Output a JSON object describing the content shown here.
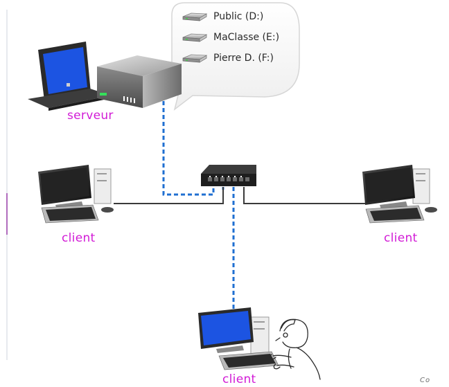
{
  "bubble": {
    "drives": [
      {
        "label": "Public (D:)",
        "icon": "hard-drive-icon"
      },
      {
        "label": "MaClasse (E:)",
        "icon": "hard-drive-icon"
      },
      {
        "label": "Pierre D. (F:)",
        "icon": "hard-drive-icon"
      }
    ]
  },
  "nodes": {
    "server_label": "serveur",
    "client_left_label": "client",
    "client_right_label": "client",
    "client_bottom_label": "client"
  },
  "footer": {
    "text": "Co"
  },
  "colors": {
    "label": "#d21bd6",
    "dashed_link": "#1f6fd1",
    "solid_link": "#3a3a3a",
    "screen": "#1c54e2"
  }
}
